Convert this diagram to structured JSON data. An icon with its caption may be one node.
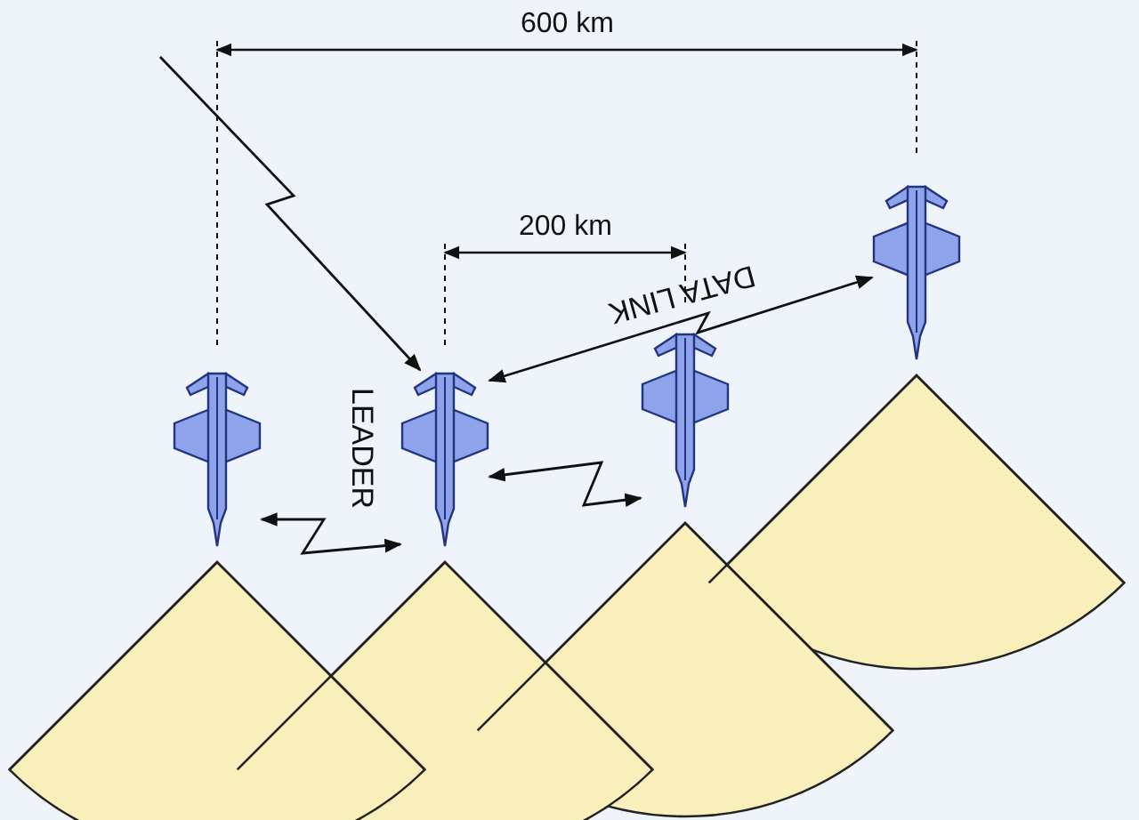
{
  "diagram": {
    "nodes": [
      {
        "text": [],
        "shape": "picture"
      },
      {
        "text": [],
        "shape": "picture",
        "beside": [
          "LEADER"
        ]
      },
      {
        "text": [],
        "shape": "picture"
      },
      {
        "text": [],
        "shape": "picture"
      }
    ],
    "edges": [
      {
        "from": null,
        "to": 1,
        "arrow": "to"
      },
      {
        "from": 0,
        "to": 1,
        "arrow": "both"
      },
      {
        "from": 1,
        "to": 2,
        "arrow": "both"
      },
      {
        "from": 1,
        "to": 3,
        "label": "DATA LINK",
        "arrow": "both"
      }
    ],
    "labels": [
      "600 km",
      "200 km"
    ]
  }
}
